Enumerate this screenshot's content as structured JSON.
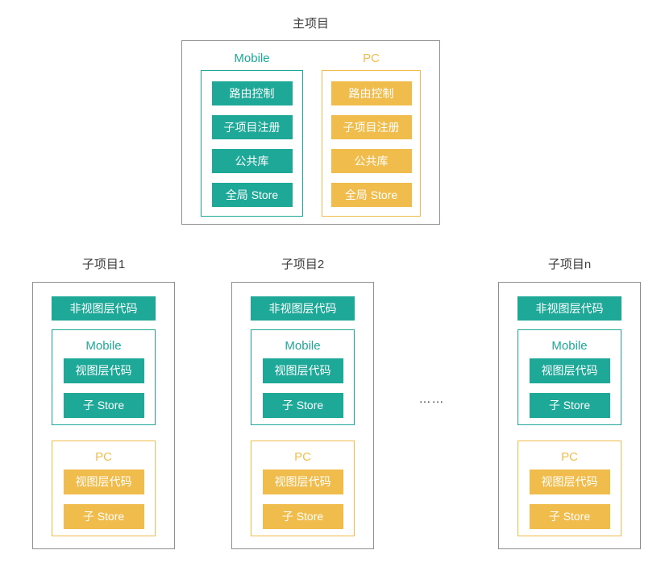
{
  "colors": {
    "teal": "#1ea898",
    "orange": "#f0bd4c",
    "border_gray": "#8f8f8f",
    "text_dark": "#3d3d3d",
    "badge_text": "#ffffff",
    "background": "#ffffff"
  },
  "main_project": {
    "title": "主项目",
    "groups": [
      {
        "name": "Mobile",
        "color": "teal",
        "items": [
          "路由控制",
          "子项目注册",
          "公共库",
          "全局 Store"
        ]
      },
      {
        "name": "PC",
        "color": "orange",
        "items": [
          "路由控制",
          "子项目注册",
          "公共库",
          "全局 Store"
        ]
      }
    ]
  },
  "subprojects": [
    {
      "title": "子项目1",
      "top_badge": "非视图层代码",
      "groups": [
        {
          "name": "Mobile",
          "color": "teal",
          "items": [
            "视图层代码",
            "子 Store"
          ]
        },
        {
          "name": "PC",
          "color": "orange",
          "items": [
            "视图层代码",
            "子 Store"
          ]
        }
      ]
    },
    {
      "title": "子项目2",
      "top_badge": "非视图层代码",
      "groups": [
        {
          "name": "Mobile",
          "color": "teal",
          "items": [
            "视图层代码",
            "子 Store"
          ]
        },
        {
          "name": "PC",
          "color": "orange",
          "items": [
            "视图层代码",
            "子 Store"
          ]
        }
      ]
    },
    {
      "title": "子项目n",
      "top_badge": "非视图层代码",
      "groups": [
        {
          "name": "Mobile",
          "color": "teal",
          "items": [
            "视图层代码",
            "子 Store"
          ]
        },
        {
          "name": "PC",
          "color": "orange",
          "items": [
            "视图层代码",
            "子 Store"
          ]
        }
      ]
    }
  ],
  "ellipsis": "……"
}
